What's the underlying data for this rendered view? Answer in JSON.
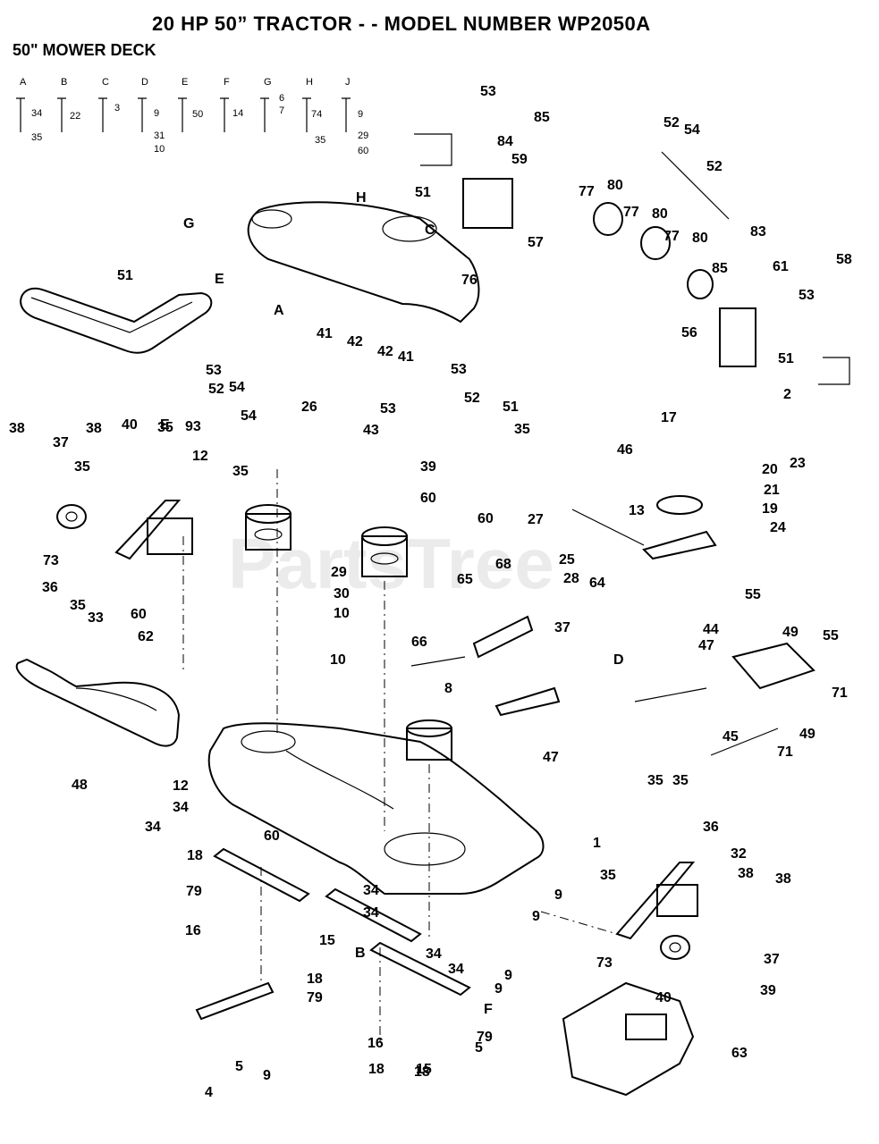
{
  "header": {
    "title": "20 HP 50” TRACTOR  - -  MODEL NUMBER WP2050A",
    "subtitle": "50\" MOWER DECK"
  },
  "watermark": "PartsTree",
  "hardware_key": [
    {
      "letter": "A",
      "numbers": [
        "34",
        "35"
      ]
    },
    {
      "letter": "B",
      "numbers": [
        "22"
      ]
    },
    {
      "letter": "C",
      "numbers": [
        "3"
      ]
    },
    {
      "letter": "D",
      "numbers": [
        "9",
        "31",
        "10"
      ]
    },
    {
      "letter": "E",
      "numbers": [
        "50"
      ]
    },
    {
      "letter": "F",
      "numbers": [
        "14"
      ]
    },
    {
      "letter": "G",
      "numbers": [
        "6",
        "7"
      ]
    },
    {
      "letter": "H",
      "numbers": [
        "74",
        "35"
      ]
    },
    {
      "letter": "J",
      "numbers": [
        "9",
        "29",
        "60"
      ]
    }
  ],
  "callouts": [
    "53",
    "85",
    "84",
    "59",
    "52",
    "54",
    "52",
    "51",
    "77",
    "80",
    "77",
    "80",
    "77",
    "80",
    "85",
    "83",
    "61",
    "53",
    "58",
    "57",
    "56",
    "51",
    "2",
    "G",
    "H",
    "C",
    "76",
    "51",
    "E",
    "A",
    "41",
    "42",
    "42",
    "41",
    "53",
    "53",
    "52",
    "54",
    "54",
    "52",
    "51",
    "35",
    "E",
    "53",
    "43",
    "39",
    "38",
    "38",
    "40",
    "37",
    "35",
    "35",
    "93",
    "12",
    "35",
    "26",
    "17",
    "46",
    "23",
    "20",
    "21",
    "19",
    "24",
    "13",
    "60",
    "60",
    "27",
    "25",
    "64",
    "65",
    "68",
    "28",
    "29",
    "30",
    "10",
    "37",
    "73",
    "36",
    "35",
    "33",
    "60",
    "62",
    "66",
    "10",
    "8",
    "D",
    "47",
    "55",
    "44",
    "49",
    "47",
    "55",
    "71",
    "45",
    "71",
    "49",
    "48",
    "12",
    "34",
    "34",
    "60",
    "1",
    "35",
    "35",
    "36",
    "32",
    "38",
    "38",
    "35",
    "37",
    "39",
    "73",
    "40",
    "63",
    "18",
    "79",
    "16",
    "15",
    "34",
    "34",
    "9",
    "9",
    "9",
    "9",
    "B",
    "34",
    "34",
    "18",
    "79",
    "16",
    "18",
    "79",
    "18",
    "15",
    "5",
    "4",
    "5",
    "9",
    "F"
  ]
}
